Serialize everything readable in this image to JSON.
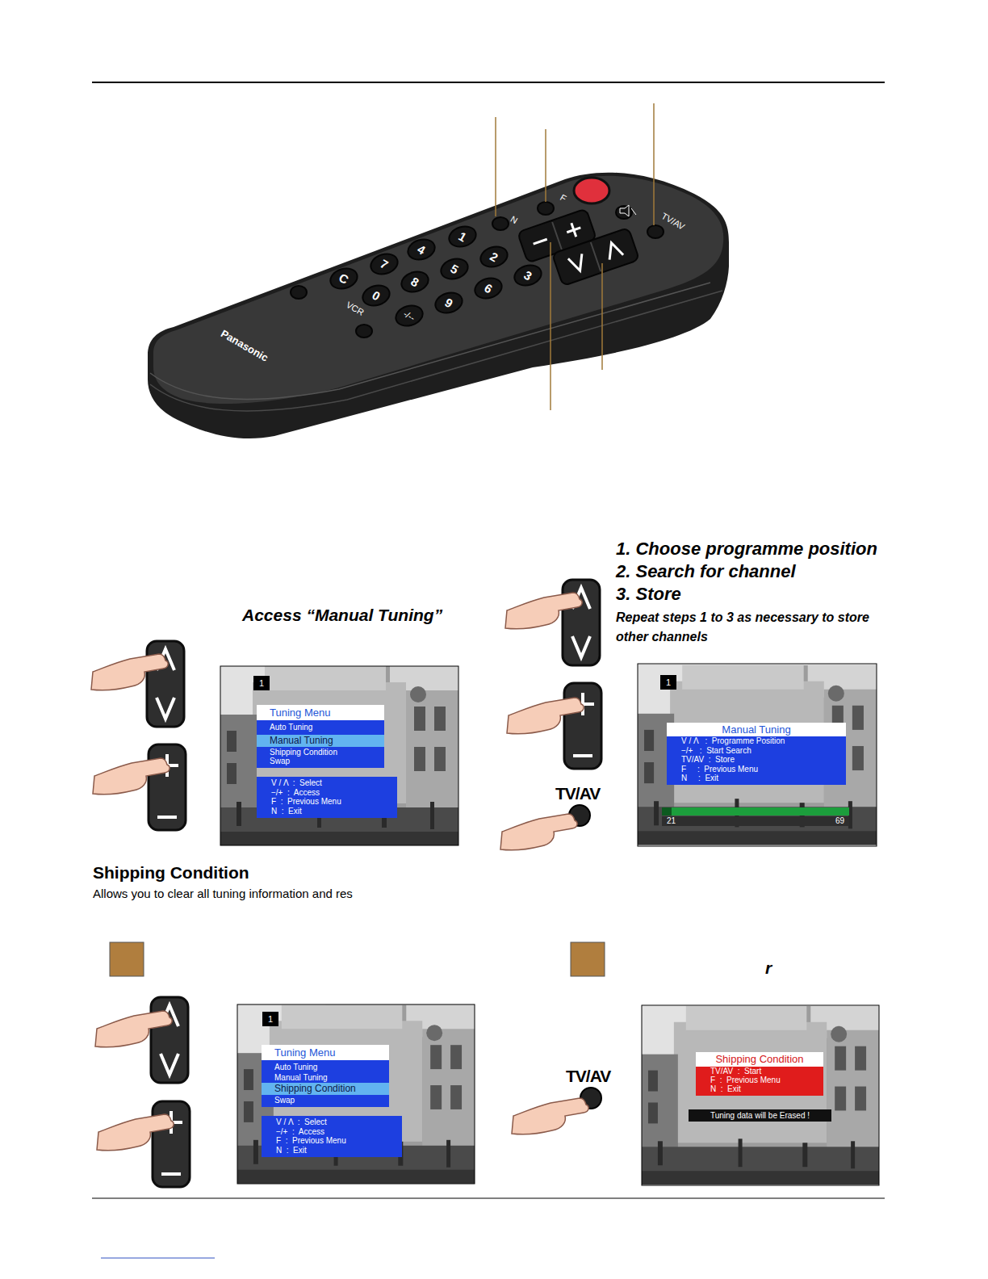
{
  "diagram": {
    "nodes": [
      {
        "text": [
          "1"
        ]
      },
      {
        "text": [
          "Tuning Menu"
        ]
      },
      {
        "text": [
          "Auto Tuning"
        ],
        "in": 1
      },
      {
        "text": [
          "Manual Tuning"
        ],
        "in": 1
      },
      {
        "text": [
          "Shipping Condition"
        ],
        "in": 1
      },
      {
        "text": [
          "Swap"
        ],
        "in": 1
      },
      {
        "text": [
          "V / Λ  :  Select",
          "−/+  :  Access",
          "F  :  Previous Menu",
          "N  :  Exit"
        ]
      },
      {
        "text": [
          "1"
        ]
      },
      {
        "text": [
          "Manual Tuning",
          "V / Λ   :  Programme Position",
          "−/+   :  Start Search",
          "TV/AV  :  Store",
          "F     :  Previous Menu",
          "N     :  Exit"
        ]
      },
      {
        "text": [
          "21",
          "69"
        ]
      },
      {
        "text": [
          "1"
        ]
      },
      {
        "text": [
          "Tuning Menu"
        ]
      },
      {
        "text": [
          "Auto Tuning"
        ],
        "in": 11
      },
      {
        "text": [
          "Manual Tuning"
        ],
        "in": 11
      },
      {
        "text": [
          "Shipping Condition"
        ],
        "in": 11
      },
      {
        "text": [
          "Swap"
        ],
        "in": 11
      },
      {
        "text": [
          "V / Λ  :  Select",
          "−/+  :  Access",
          "F  :  Previous Menu",
          "N  :  Exit"
        ]
      },
      {
        "text": [
          "Shipping Condition",
          "TV/AV  :  Start",
          "F  :  Previous Menu",
          "N  :  Exit"
        ]
      },
      {
        "text": [
          "Tuning data will be Erased !"
        ]
      }
    ],
    "labels": [
      "1. Choose programme position",
      "2. Search for channel",
      "3. Store",
      "Repeat steps 1 to 3 as necessary to store other channels",
      "Access “Manual Tuning”",
      "Shipping Condition",
      "Allows you to clear all tuning information and res",
      "r",
      "TV/AV",
      "TV/AV",
      "N",
      "F",
      "TV/AV",
      "1",
      "2",
      "3",
      "4",
      "5",
      "6",
      "7",
      "8",
      "9",
      "0",
      "C",
      "VCR",
      "-/--",
      "Panasonic"
    ]
  }
}
